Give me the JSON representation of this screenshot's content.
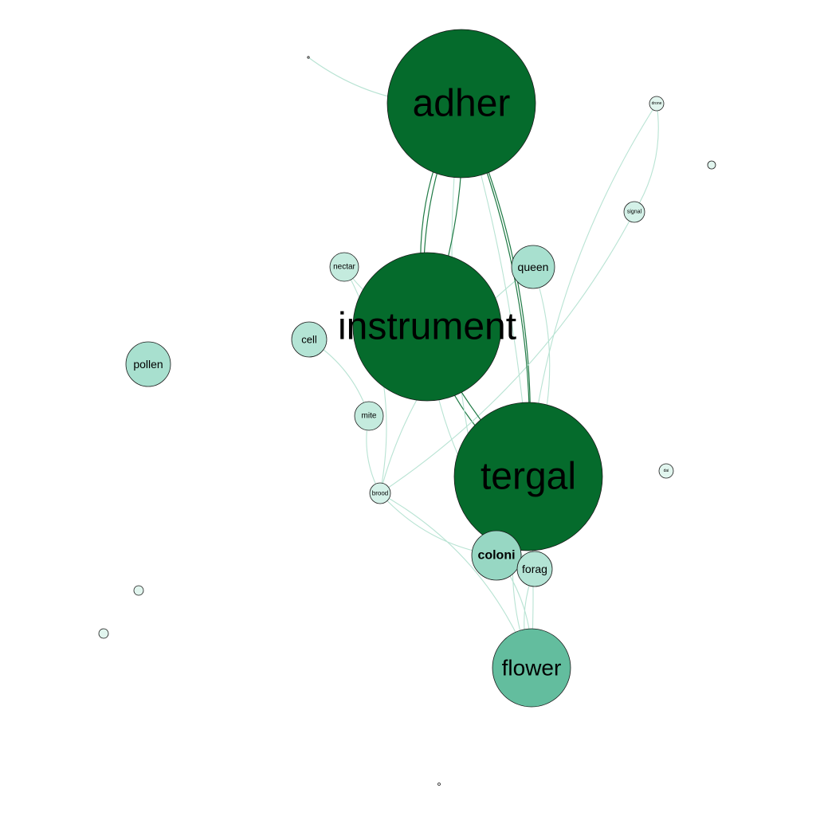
{
  "nodes": [
    {
      "id": "adher",
      "label": "adher",
      "fill": "#056b2c"
    },
    {
      "id": "instrument",
      "label": "instrument",
      "fill": "#056b2c"
    },
    {
      "id": "tergal",
      "label": "tergal",
      "fill": "#056b2c"
    },
    {
      "id": "flower",
      "label": "flower",
      "fill": "#63bd9e"
    },
    {
      "id": "coloni",
      "label": "coloni",
      "fill": "#97d7c3",
      "bold": true
    },
    {
      "id": "forag",
      "label": "forag",
      "fill": "#b4e4d5"
    },
    {
      "id": "queen",
      "label": "queen",
      "fill": "#a8e0cf"
    },
    {
      "id": "pollen",
      "label": "pollen",
      "fill": "#a8e0cf"
    },
    {
      "id": "cell",
      "label": "cell",
      "fill": "#b4e4d5"
    },
    {
      "id": "nectar",
      "label": "nectar",
      "fill": "#c4ebde"
    },
    {
      "id": "mite",
      "label": "mite",
      "fill": "#c4ebde"
    },
    {
      "id": "brood",
      "label": "brood",
      "fill": "#d4f1e8"
    },
    {
      "id": "signal",
      "label": "signal",
      "fill": "#d4f1e8"
    },
    {
      "id": "drone",
      "label": "drone",
      "fill": "#e1f5ee"
    },
    {
      "id": "dai",
      "label": "dai",
      "fill": "#e1f5ee"
    },
    {
      "id": "small1",
      "label": "",
      "fill": "#e1f5ee"
    },
    {
      "id": "small2",
      "label": "",
      "fill": "#e1f5ee"
    },
    {
      "id": "small3",
      "label": "",
      "fill": "#e1f5ee"
    },
    {
      "id": "tiny1",
      "label": "",
      "fill": "#ffffff"
    },
    {
      "id": "tiny2",
      "label": "",
      "fill": "#ffffff"
    }
  ],
  "edges": [
    {
      "from": "adher",
      "to": "instrument",
      "weight": "strong"
    },
    {
      "from": "adher",
      "to": "tergal",
      "weight": "strong"
    },
    {
      "from": "instrument",
      "to": "tergal",
      "weight": "strong"
    },
    {
      "from": "adher",
      "to": "flower",
      "weight": "weak"
    },
    {
      "from": "adher",
      "to": "coloni",
      "weight": "weak"
    },
    {
      "from": "adher",
      "to": "tiny1",
      "weight": "weak"
    },
    {
      "from": "instrument",
      "to": "forag",
      "weight": "weak"
    },
    {
      "from": "instrument",
      "to": "nectar",
      "weight": "weak"
    },
    {
      "from": "tergal",
      "to": "queen",
      "weight": "weak"
    },
    {
      "from": "tergal",
      "to": "drone",
      "weight": "weak"
    },
    {
      "from": "tergal",
      "to": "flower",
      "weight": "weak"
    },
    {
      "from": "cell",
      "to": "mite",
      "weight": "weak"
    },
    {
      "from": "mite",
      "to": "brood",
      "weight": "weak"
    },
    {
      "from": "nectar",
      "to": "brood",
      "weight": "weak"
    },
    {
      "from": "brood",
      "to": "coloni",
      "weight": "weak"
    },
    {
      "from": "brood",
      "to": "flower",
      "weight": "weak"
    },
    {
      "from": "brood",
      "to": "signal",
      "weight": "weak"
    },
    {
      "from": "brood",
      "to": "queen",
      "weight": "weak"
    },
    {
      "from": "forag",
      "to": "flower",
      "weight": "weak"
    },
    {
      "from": "coloni",
      "to": "flower",
      "weight": "weak"
    },
    {
      "from": "signal",
      "to": "drone",
      "weight": "weak"
    }
  ]
}
